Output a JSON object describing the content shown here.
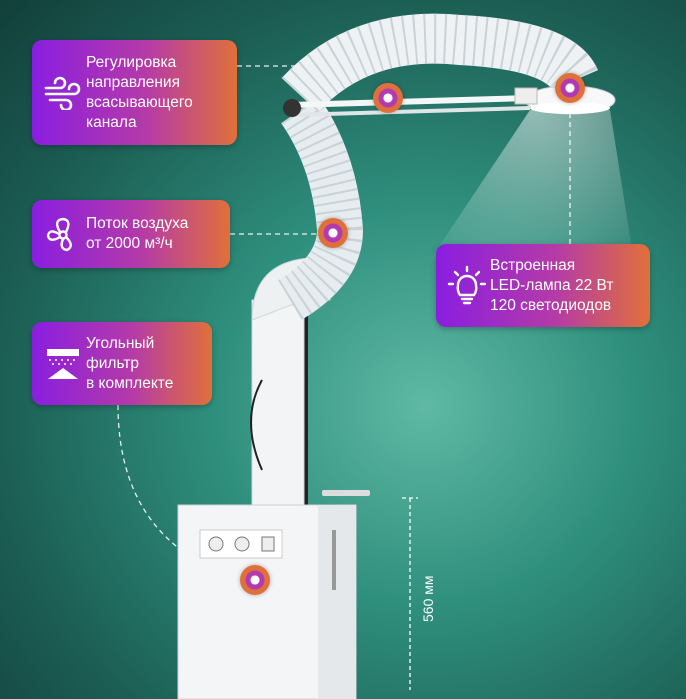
{
  "callouts": [
    {
      "text": [
        "Регулировка",
        "направления",
        "всасывающего",
        "канала"
      ],
      "icon": "wind-icon"
    },
    {
      "text": [
        "Поток воздуха",
        "от 2000 м³/ч"
      ],
      "icon": "fan-icon"
    },
    {
      "text": [
        "Угольный",
        "фильтр",
        "в комплекте"
      ],
      "icon": "filter-icon"
    },
    {
      "text": [
        "Встроенная",
        "LED-лампа 22 Вт",
        "120 светодиодов"
      ],
      "icon": "lightbulb-icon"
    }
  ],
  "dimension": {
    "height_label": "560 мм"
  },
  "colors": {
    "gradient_start": "#8a1ee0",
    "gradient_end": "#e0703a",
    "background": "#2f8f7d"
  }
}
